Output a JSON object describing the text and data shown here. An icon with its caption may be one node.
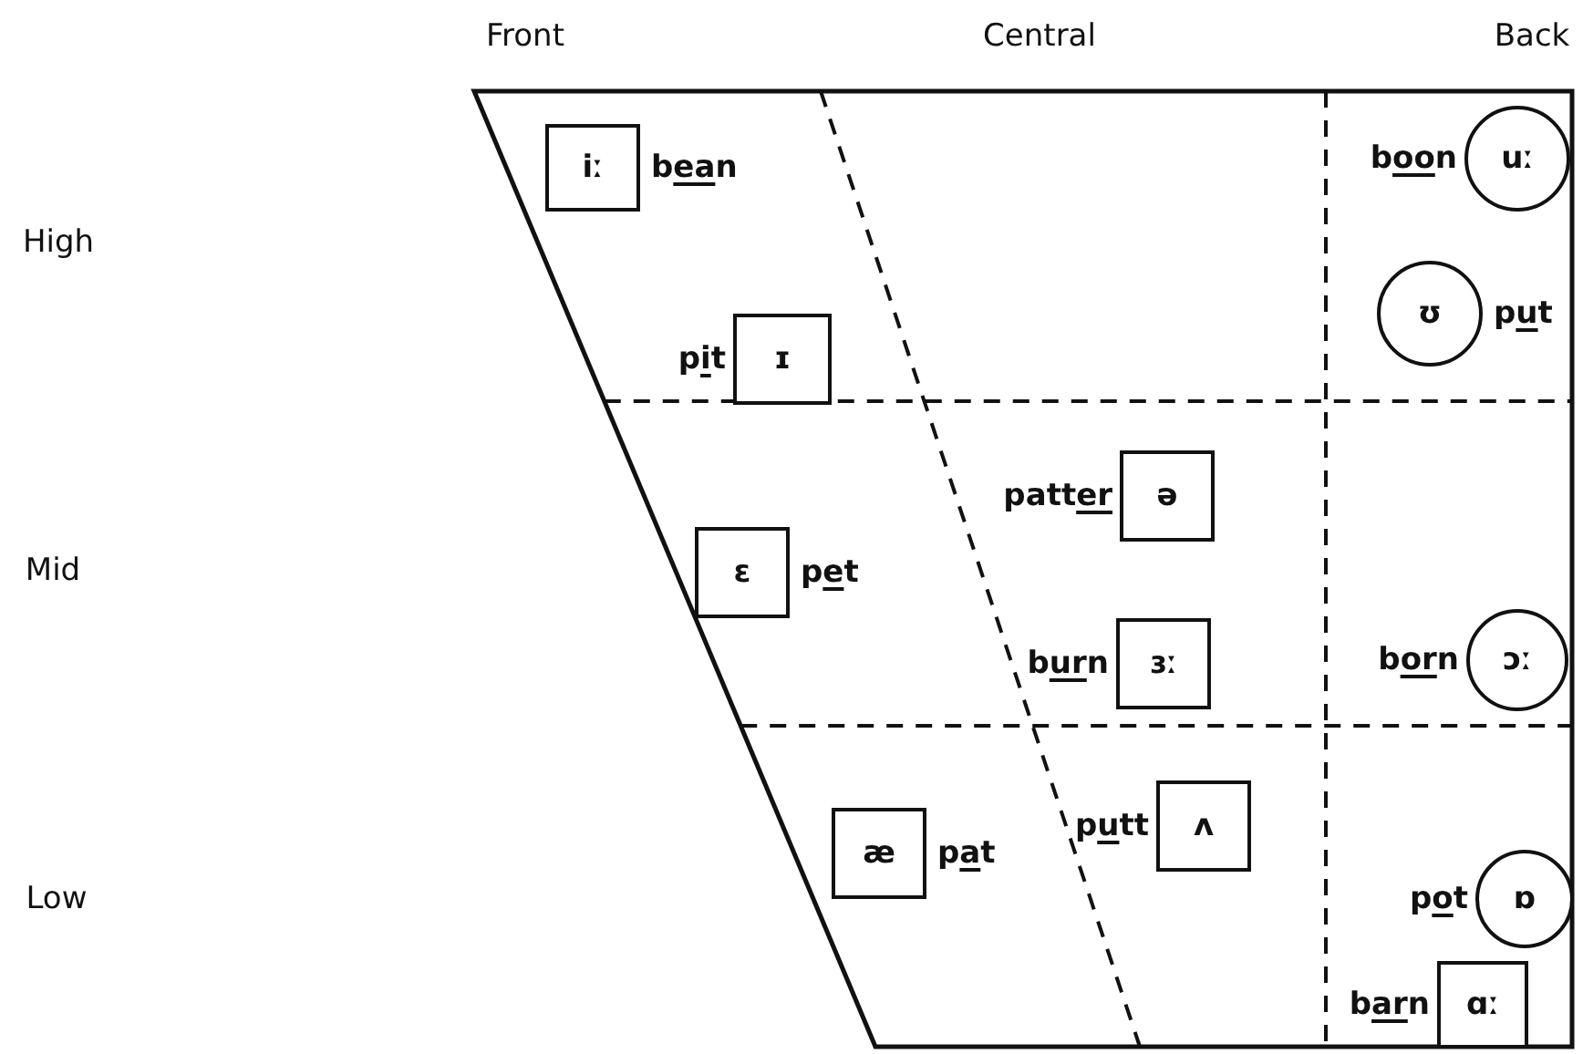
{
  "diagram": {
    "nodes": [
      {
        "text": [
          "iː"
        ],
        "beside": [
          "bean"
        ]
      },
      {
        "text": [
          "ɪ"
        ],
        "beside": [
          "pit"
        ]
      },
      {
        "text": [
          "ɛ"
        ],
        "beside": [
          "pet"
        ]
      },
      {
        "text": [
          "ə"
        ],
        "beside": [
          "patter"
        ]
      },
      {
        "text": [
          "ɜː"
        ],
        "beside": [
          "burn"
        ]
      },
      {
        "text": [
          "æ"
        ],
        "beside": [
          "pat"
        ]
      },
      {
        "text": [
          "ʌ"
        ],
        "beside": [
          "putt"
        ]
      },
      {
        "text": [
          "uː"
        ],
        "beside": [
          "boon"
        ]
      },
      {
        "text": [
          "ʊ"
        ],
        "beside": [
          "put"
        ]
      },
      {
        "text": [
          "ɔː"
        ],
        "beside": [
          "born"
        ]
      },
      {
        "text": [
          "ɒ"
        ],
        "beside": [
          "pot"
        ]
      },
      {
        "text": [
          "ɑː"
        ],
        "beside": [
          "barn"
        ]
      }
    ],
    "labels": [
      "Front",
      "Central",
      "Back",
      "High",
      "Mid",
      "Low"
    ]
  }
}
